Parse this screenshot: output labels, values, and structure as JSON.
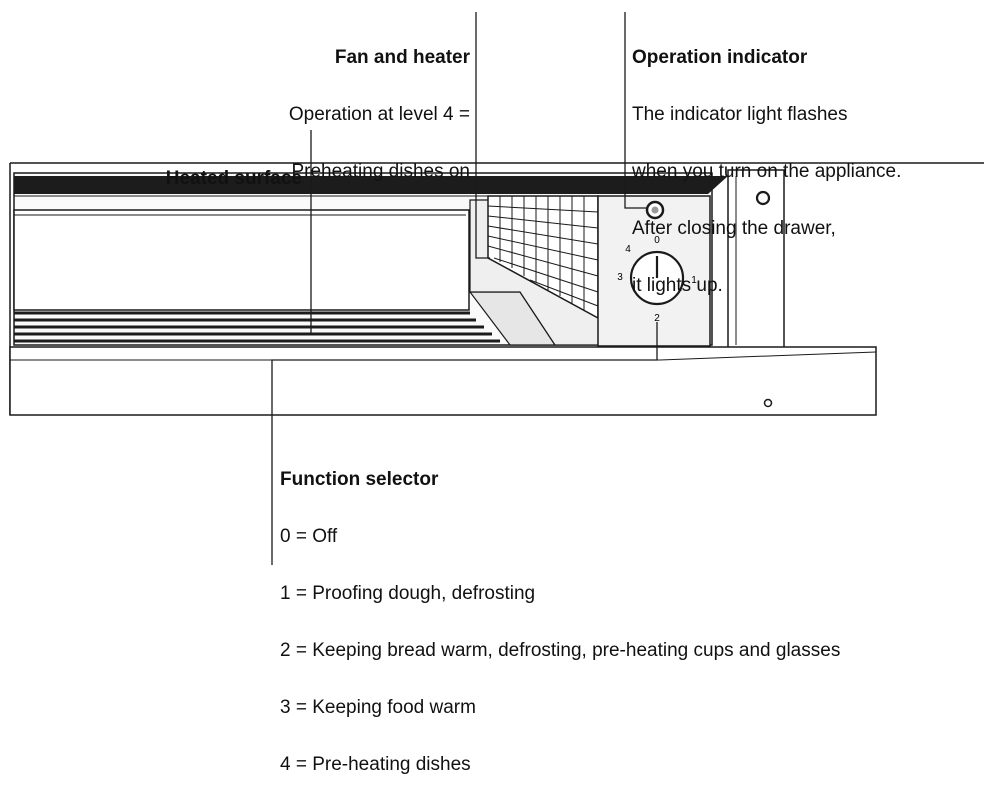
{
  "callouts": {
    "fan_heater": {
      "title": "Fan and heater",
      "lines": [
        "Operation at level 4 =",
        "Preheating dishes on"
      ]
    },
    "operation_indicator": {
      "title": "Operation indicator",
      "lines": [
        "The indicator light flashes",
        "when you turn on the appliance.",
        "After closing the drawer,",
        "it lights up."
      ]
    },
    "heated_surface": {
      "title": "Heated surface"
    },
    "function_selector": {
      "title": "Function selector",
      "lines": [
        "0 = Off",
        "1 = Proofing dough, defrosting",
        "2 = Keeping bread warm, defrosting, pre-heating cups and glasses",
        "3 = Keeping food warm",
        "4 = Pre-heating dishes"
      ]
    }
  },
  "dial": {
    "marks": [
      "0",
      "1",
      "2",
      "3",
      "4"
    ]
  },
  "colors": {
    "line": "#1a1a1a",
    "dark_band": "#1c1c1c",
    "panel": "#f2f2f2"
  }
}
